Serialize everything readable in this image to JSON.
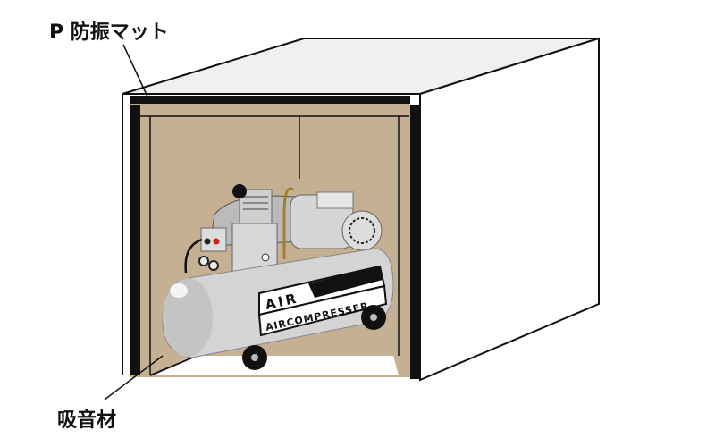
{
  "labels": {
    "vibration_mat": "P 防振マット",
    "sound_absorber": "吸音材"
  },
  "compressor": {
    "badge_main": "AIR",
    "badge_sub": "AIRCOMPRESSER"
  },
  "colors": {
    "absorber": "#c6b094",
    "frame": "#111111",
    "box_top": "#f0f0f0",
    "box_side": "#ffffff",
    "tank": "#d4d4d4"
  }
}
